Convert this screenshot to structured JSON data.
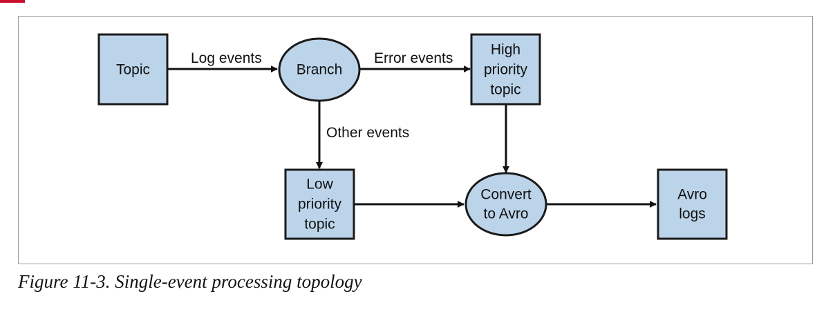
{
  "accent_color": "#c8102e",
  "node_fill": "#bcd4ea",
  "caption": "Figure 11-3. Single-event processing topology",
  "nodes": {
    "topic": {
      "lines": [
        "Topic"
      ]
    },
    "branch": {
      "lines": [
        "Branch"
      ]
    },
    "high_priority_topic": {
      "lines": [
        "High",
        "priority",
        "topic"
      ]
    },
    "low_priority_topic": {
      "lines": [
        "Low",
        "priority",
        "topic"
      ]
    },
    "convert_to_avro": {
      "lines": [
        "Convert",
        "to Avro"
      ]
    },
    "avro_logs": {
      "lines": [
        "Avro",
        "logs"
      ]
    }
  },
  "edges": {
    "log_events": "Log events",
    "error_events": "Error events",
    "other_events": "Other events"
  }
}
